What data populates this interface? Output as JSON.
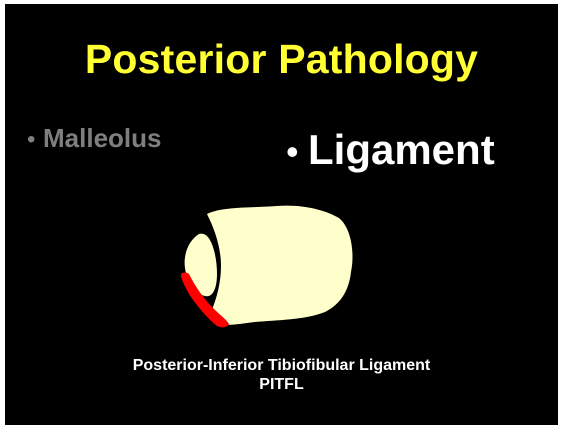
{
  "slide": {
    "title": "Posterior Pathology",
    "bullets": [
      {
        "marker": "•",
        "text": "Malleolus",
        "color": "#7f7f7f"
      },
      {
        "marker": "•",
        "text": "Ligament",
        "color": "#ffffff"
      }
    ],
    "caption_line1": "Posterior-Inferior Tibiofibular Ligament",
    "caption_line2": "PITFL"
  },
  "colors": {
    "background": "#000000",
    "title": "#ffff33",
    "bone": "#ffffcc",
    "ligament": "#ff0000"
  },
  "diagram": {
    "elements": [
      "tibia",
      "fibula",
      "ligament"
    ]
  }
}
